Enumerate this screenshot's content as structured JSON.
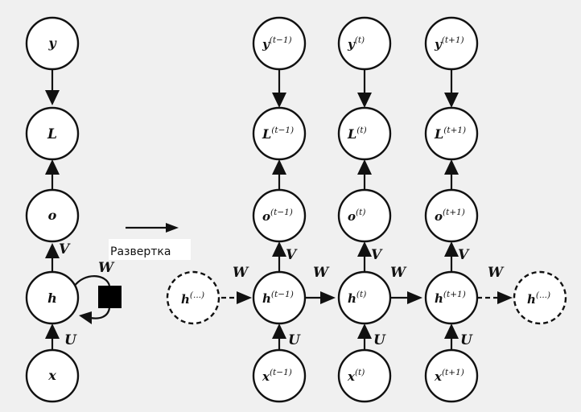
{
  "unfold_label": "Развертка",
  "folded": {
    "nodes": {
      "y": "y",
      "L": "L",
      "o": "o",
      "h": "h",
      "x": "x"
    },
    "edge_labels": {
      "V": "V",
      "W": "W",
      "U": "U"
    }
  },
  "unrolled": {
    "columns": [
      {
        "y": {
          "base": "y",
          "sup": "(t−1)"
        },
        "L": {
          "base": "L",
          "sup": "(t−1)"
        },
        "o": {
          "base": "o",
          "sup": "(t−1)"
        },
        "h": {
          "base": "h",
          "sup": "(t−1)"
        },
        "x": {
          "base": "x",
          "sup": "(t−1)"
        }
      },
      {
        "y": {
          "base": "y",
          "sup": "(t)"
        },
        "L": {
          "base": "L",
          "sup": "(t)"
        },
        "o": {
          "base": "o",
          "sup": "(t)"
        },
        "h": {
          "base": "h",
          "sup": "(t)"
        },
        "x": {
          "base": "x",
          "sup": "(t)"
        }
      },
      {
        "y": {
          "base": "y",
          "sup": "(t+1)"
        },
        "L": {
          "base": "L",
          "sup": "(t+1)"
        },
        "o": {
          "base": "o",
          "sup": "(t+1)"
        },
        "h": {
          "base": "h",
          "sup": "(t+1)"
        },
        "x": {
          "base": "x",
          "sup": "(t+1)"
        }
      }
    ],
    "h_prev": {
      "base": "h",
      "sup": "(...)"
    },
    "h_next": {
      "base": "h",
      "sup": "(...)"
    },
    "edge_labels": {
      "V": "V",
      "W": "W",
      "U": "U"
    }
  }
}
